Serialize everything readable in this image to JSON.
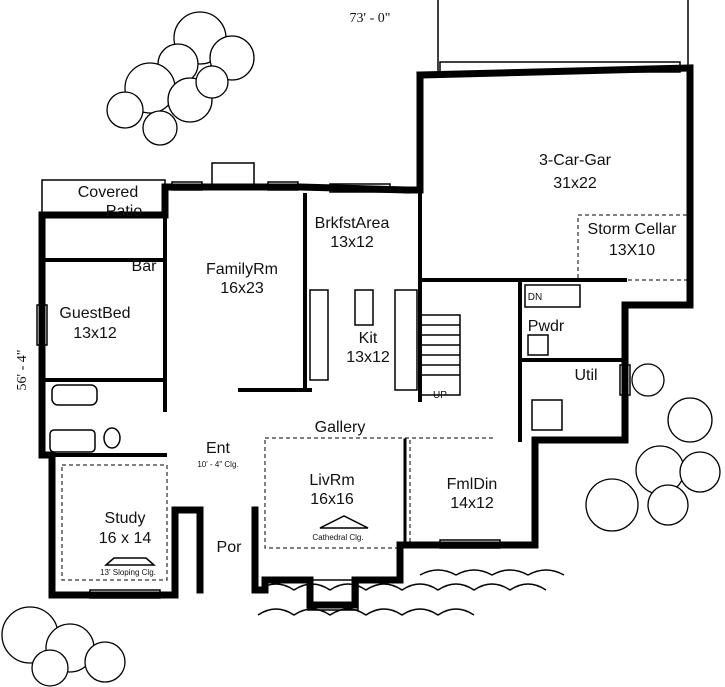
{
  "plan": {
    "dimensions": {
      "width": "73' - 0\"",
      "depth": "56' - 4\""
    },
    "rooms": [
      {
        "id": "covered-patio",
        "name": "Covered",
        "name2": "Patio",
        "size": ""
      },
      {
        "id": "bar",
        "name": "Bar",
        "size": ""
      },
      {
        "id": "family-rm",
        "name": "FamilyRm",
        "size": "16x23"
      },
      {
        "id": "brkfst-area",
        "name": "BrkfstArea",
        "size": "13x12"
      },
      {
        "id": "garage",
        "name": "3-Car-Gar",
        "size": "31x22"
      },
      {
        "id": "storm-cellar",
        "name": "Storm Cellar",
        "size": "13X10"
      },
      {
        "id": "guest-bed",
        "name": "GuestBed",
        "size": "13x12"
      },
      {
        "id": "kit",
        "name": "Kit",
        "size": "13x12"
      },
      {
        "id": "pwdr",
        "name": "Pwdr",
        "size": ""
      },
      {
        "id": "util",
        "name": "Util",
        "size": ""
      },
      {
        "id": "gallery",
        "name": "Gallery",
        "size": ""
      },
      {
        "id": "ent",
        "name": "Ent",
        "size": ""
      },
      {
        "id": "liv-rm",
        "name": "LivRm",
        "size": "16x16"
      },
      {
        "id": "fml-din",
        "name": "FmlDin",
        "size": "14x12"
      },
      {
        "id": "study",
        "name": "Study",
        "size": "16 x 14"
      },
      {
        "id": "por",
        "name": "Por",
        "size": ""
      }
    ],
    "notes": {
      "ent_ceiling": "10' - 4\" Clg.",
      "liv_ceiling": "Cathedral Clg.",
      "study_ceiling": "13' Sloping Clg.",
      "stair_dn": "DN",
      "stair_up": "UP"
    }
  }
}
